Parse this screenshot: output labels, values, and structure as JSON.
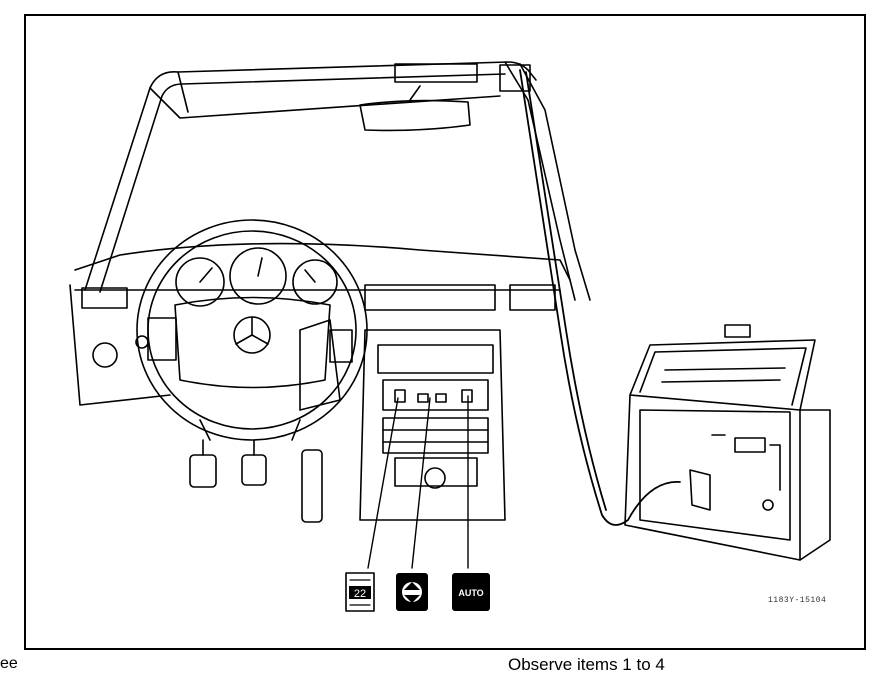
{
  "figure": {
    "button_icons": [
      {
        "name": "temperature-display-icon",
        "text": "22"
      },
      {
        "name": "defrost-airflow-icon",
        "text": ""
      },
      {
        "name": "auto-button-icon",
        "text": "AUTO"
      }
    ],
    "figure_code": "1183Y-15104"
  },
  "footer": {
    "left_cut_text": "ee",
    "right_cut_text": "Observe items 1 to 4"
  },
  "colors": {
    "ink": "#000000",
    "paper": "#ffffff",
    "button_fill": "#000000"
  }
}
